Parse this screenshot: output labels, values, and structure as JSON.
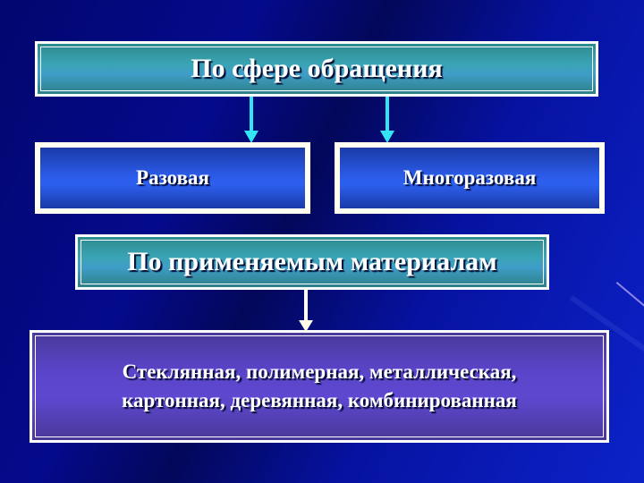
{
  "diagram": {
    "top_box": {
      "label": "По сфере обращения"
    },
    "left_box": {
      "label": "Разовая"
    },
    "right_box": {
      "label": "Многоразовая"
    },
    "materials_box": {
      "label": "По применяемым материалам"
    },
    "bottom_box": {
      "line1": "Стеклянная, полимерная, металлическая,",
      "line2": "картонная, деревянная, комбинированная"
    }
  },
  "colors": {
    "background": "#040a8c",
    "cyan_arrow": "#33e4f4",
    "white_arrow": "#ffffff",
    "teal_box": "#3aa4b4",
    "blue_box": "#2a5ae6",
    "violet_box": "#5a44c8"
  }
}
